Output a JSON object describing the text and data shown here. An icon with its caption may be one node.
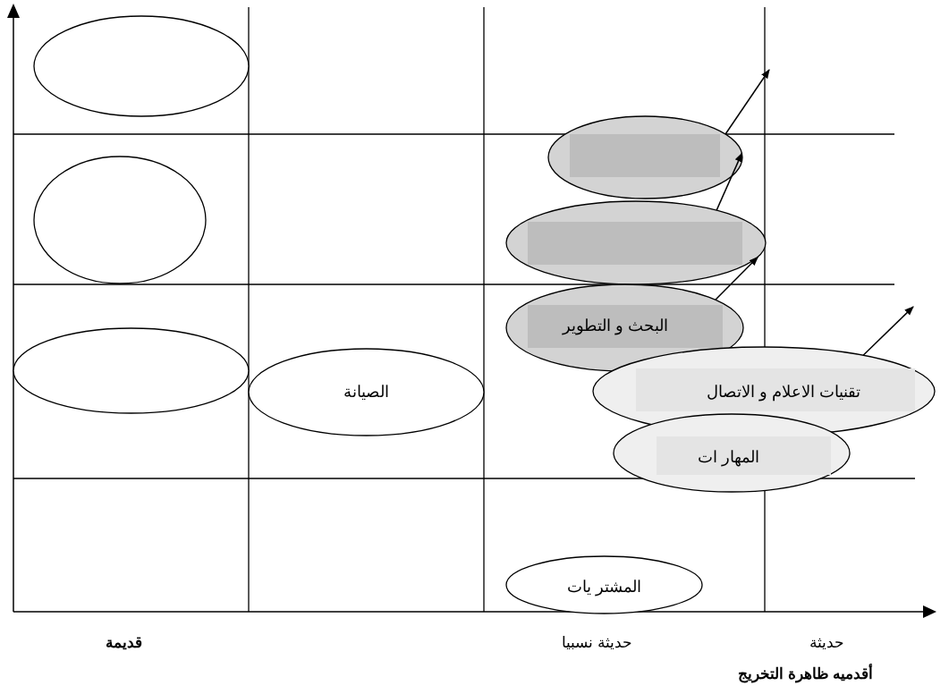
{
  "diagram": {
    "nodes": [
      {
        "text": [],
        "shape": "ellipse"
      },
      {
        "text": [],
        "shape": "ellipse"
      },
      {
        "text": [],
        "shape": "ellipse"
      },
      {
        "text": [
          "الصيانة"
        ]
      },
      {
        "text": [],
        "shape": "ellipse"
      },
      {
        "text": [],
        "shape": "ellipse"
      },
      {
        "text": [
          "البحث و التطوير"
        ]
      },
      {
        "text": [
          "تقنيات الاعلام و الاتصال"
        ]
      },
      {
        "text": [
          "المهار ات"
        ]
      },
      {
        "text": [
          "المشتر يات"
        ]
      }
    ],
    "edges": [
      {
        "from": 4,
        "to": null,
        "arrow": "to"
      },
      {
        "from": 5,
        "to": 4,
        "arrow": "to"
      },
      {
        "from": 6,
        "to": 5,
        "arrow": "to"
      },
      {
        "from": 7,
        "to": null,
        "arrow": "to"
      }
    ],
    "labels": [
      "قديمة",
      "حديثة نسبيا",
      "حديثة",
      "أقدميه ظاهرة التخريج"
    ]
  }
}
